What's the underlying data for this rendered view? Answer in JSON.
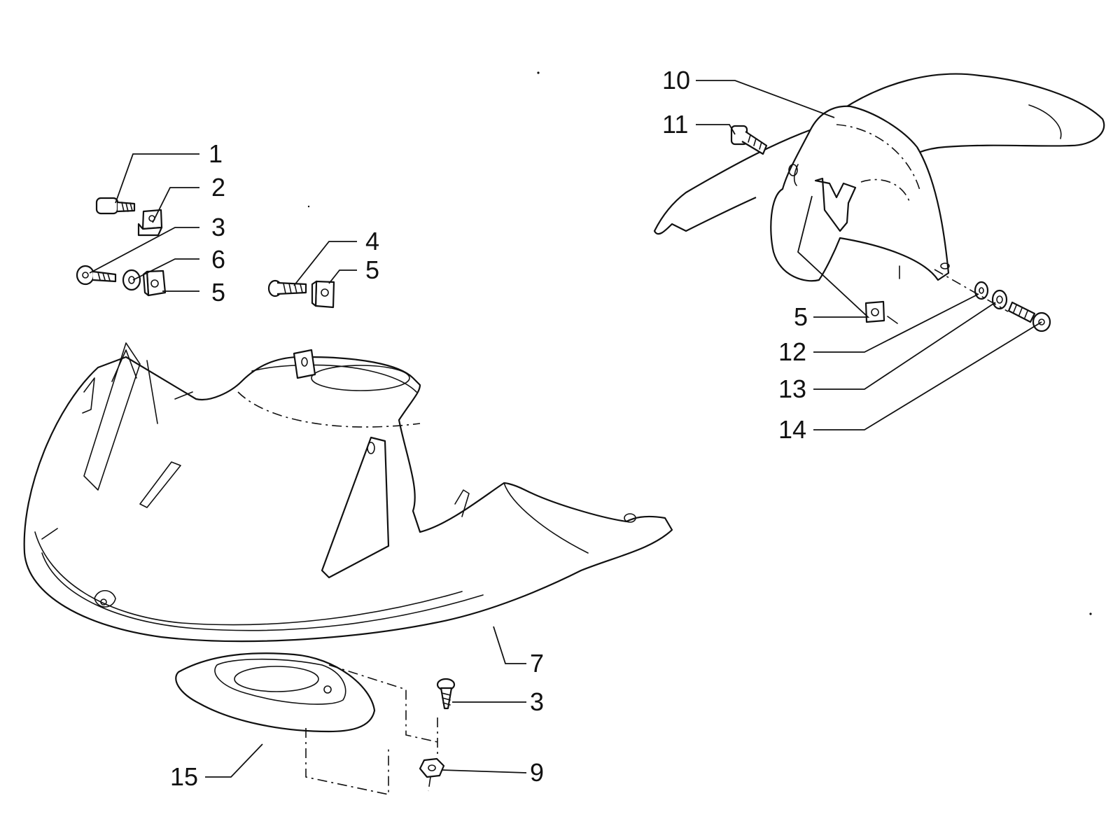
{
  "callouts": [
    {
      "text": "1"
    },
    {
      "text": "2"
    },
    {
      "text": "3"
    },
    {
      "text": "6"
    },
    {
      "text": "5"
    },
    {
      "text": "4"
    },
    {
      "text": "5"
    },
    {
      "text": "10"
    },
    {
      "text": "11"
    },
    {
      "text": "5"
    },
    {
      "text": "12"
    },
    {
      "text": "13"
    },
    {
      "text": "14"
    },
    {
      "text": "7"
    },
    {
      "text": "3"
    },
    {
      "text": "9"
    },
    {
      "text": "15"
    }
  ]
}
